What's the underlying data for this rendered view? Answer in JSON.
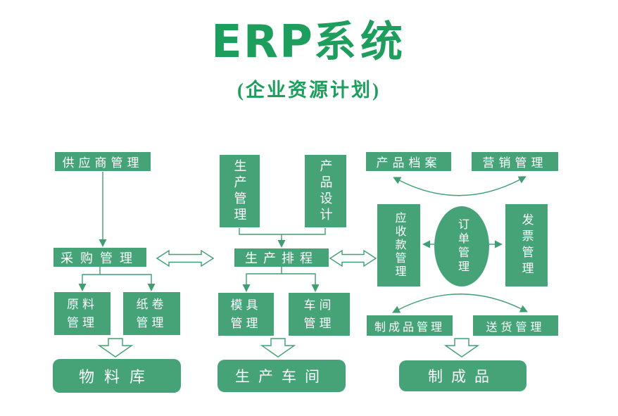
{
  "title": {
    "erp": "ERP",
    "cn": "系统",
    "subtitle": "(企业资源计划)"
  },
  "colors": {
    "box_green": "#46a378",
    "title_green": "#1d9e5c",
    "line_green": "#3f9e72",
    "text_white": "#ffffff",
    "background": "#ffffff"
  },
  "nodes": {
    "supplier": "供应商管理",
    "procurement": "采购管理",
    "raw_material": "原料\n管理",
    "paper_roll": "纸卷\n管理",
    "material_warehouse": "物料库",
    "production_mgmt": "生产管理",
    "product_design": "产品设计",
    "production_scheduling": "生产排程",
    "mold_mgmt": "模具\n管理",
    "workshop_mgmt": "车间\n管理",
    "production_workshop": "生产车间",
    "product_archive": "产品档案",
    "marketing_mgmt": "营销管理",
    "receivables_mgmt": "应收款管理",
    "order_mgmt": "订单管理",
    "invoice_mgmt": "发票管理",
    "finished_product_mgmt": "制成品管理",
    "delivery_mgmt": "送货管理",
    "finished_product": "制成品"
  }
}
